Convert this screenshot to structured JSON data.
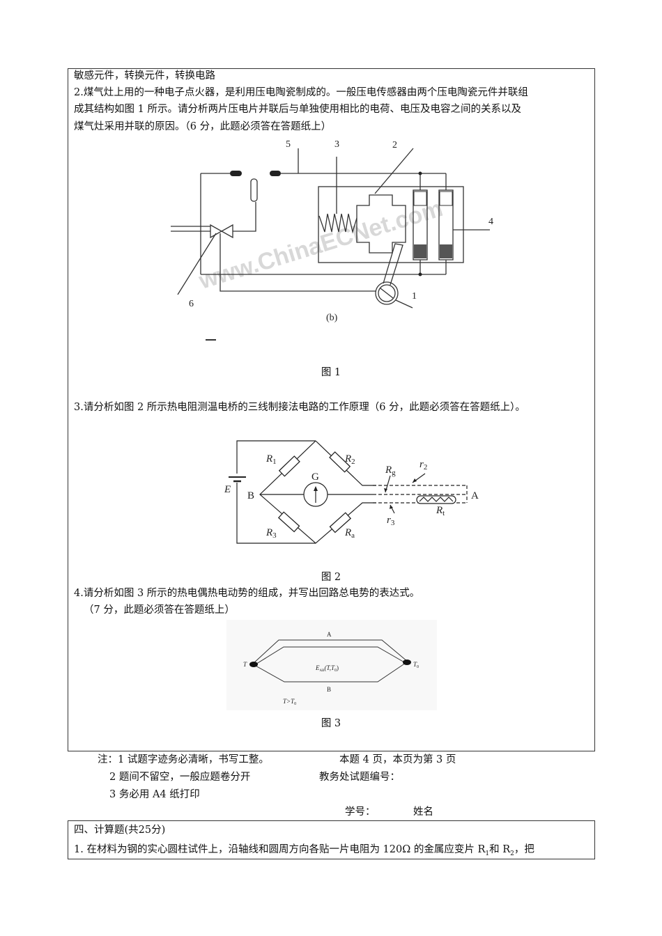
{
  "section_top": {
    "lines": [
      "敏感元件，转换元件，转换电路",
      "2.煤气灶上用的一种电子点火器，是利用压电陶瓷制成的。一般压电传感器由两个压电陶瓷元件并联组",
      "成其结构如图 1 所示。请分析两片压电片并联后与单独使用相比的电荷、电压及电容之间的关系以及",
      "煤气灶采用并联的原因。（6 分，此题必须答在答题纸上）"
    ],
    "figure1": {
      "labels": [
        "5",
        "3",
        "2",
        "4",
        "1",
        "6"
      ],
      "subcaption": "(b)",
      "watermark": "www.ChinaECNet.com",
      "caption": "图 1"
    },
    "question3": "3.请分析如图 2 所示热电阻测温电桥的三线制接法电路的工作原理（6 分，此题必须答在答题纸上）。",
    "figure2": {
      "labels": {
        "R1": "R",
        "R1_sub": "1",
        "R2": "R",
        "R2_sub": "2",
        "R3": "R",
        "R3_sub": "3",
        "Ra": "R",
        "Ra_sub": "a",
        "Rg": "R",
        "Rg_sub": "g",
        "Rt": "R",
        "Rt_sub": "t",
        "r2": "r",
        "r2_sub": "2",
        "r3": "r",
        "r3_sub": "3",
        "G": "G",
        "E": "E",
        "B": "B",
        "A": "A"
      },
      "caption": "图 2"
    },
    "question4": [
      "4.请分析如图 3 所示的热电偶热电动势的组成，并写出回路总电势的表达式。",
      "（7 分，此题必须答在答题纸上）"
    ],
    "figure3": {
      "labels": {
        "A": "A",
        "B": "B",
        "T": "T",
        "T0": "T",
        "T0_sub": "0",
        "emf": "E",
        "emf_sub": "AB",
        "emf_args": "(T,T",
        "emf_args_sub": "0",
        "emf_close": ")",
        "cond": "T>T",
        "cond_sub": "0"
      },
      "caption": "图 3"
    }
  },
  "footer": {
    "note1": "注：1 试题字迹务必清晰，书写工整。",
    "pages": "本题  4  页，本页为第  3  页",
    "note2": "2 题间不留空，一般应题卷分开",
    "exam_code": "教务处试题编号：",
    "note3": "3 务必用 A4 纸打印",
    "student_id": "学号：",
    "name": "姓名"
  },
  "section_bottom": {
    "title": "四、计算题(共25分)",
    "q1_text": "1. 在材料为钢的实心圆柱试件上，沿轴线和圆周方向各贴一片电阻为 120Ω 的金属应变片 R",
    "q1_sub1": "1",
    "q1_mid": "和 R",
    "q1_sub2": "2",
    "q1_end": "，把"
  }
}
